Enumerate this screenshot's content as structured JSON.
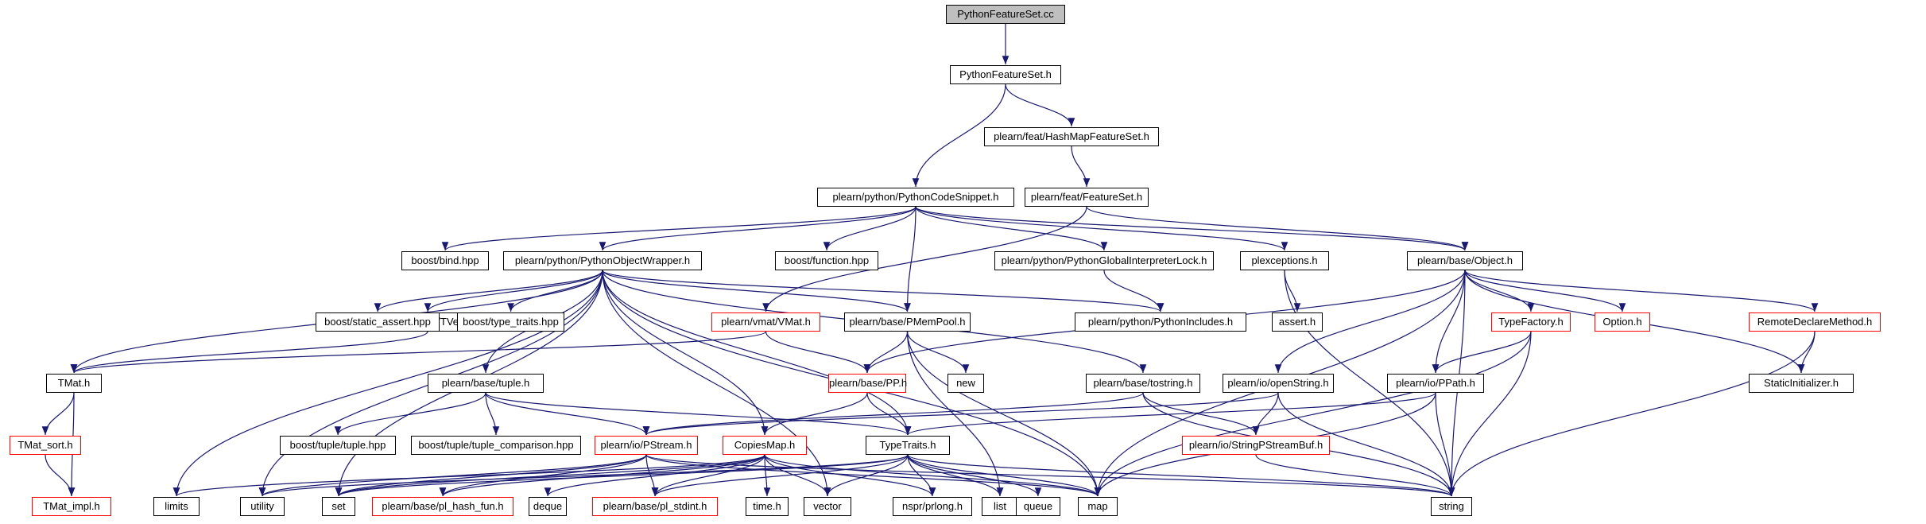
{
  "colors": {
    "edge": "#191970",
    "node_border": "#000000",
    "incomplete_border": "#ff0000",
    "external_border": "#bfbfbf",
    "external_text": "#808080",
    "root_fill": "#bfbfbf"
  },
  "nodes": [
    {
      "id": "root",
      "label": "PythonFeatureSet.cc",
      "kind": "root"
    },
    {
      "id": "pfs_h",
      "label": "PythonFeatureSet.h",
      "kind": "normal"
    },
    {
      "id": "hashmap",
      "label": "plearn/feat/HashMapFeatureSet.h",
      "kind": "normal"
    },
    {
      "id": "codesnip",
      "label": "plearn/python/PythonCodeSnippet.h",
      "kind": "normal"
    },
    {
      "id": "featset",
      "label": "plearn/feat/FeatureSet.h",
      "kind": "normal"
    },
    {
      "id": "bind",
      "label": "boost/bind.hpp",
      "kind": "external"
    },
    {
      "id": "objwrap",
      "label": "plearn/python/PythonObjectWrapper.h",
      "kind": "normal"
    },
    {
      "id": "function",
      "label": "boost/function.hpp",
      "kind": "external"
    },
    {
      "id": "gil",
      "label": "plearn/python/PythonGlobalInterpreterLock.h",
      "kind": "normal"
    },
    {
      "id": "plexc",
      "label": "plexceptions.h",
      "kind": "normal"
    },
    {
      "id": "object",
      "label": "plearn/base/Object.h",
      "kind": "normal"
    },
    {
      "id": "tvec",
      "label": "plearn/math/TVec.h",
      "kind": "normal"
    },
    {
      "id": "static_assert",
      "label": "boost/static_assert.hpp",
      "kind": "external"
    },
    {
      "id": "type_traits",
      "label": "boost/type_traits.hpp",
      "kind": "external"
    },
    {
      "id": "vmat",
      "label": "plearn/vmat/VMat.h",
      "kind": "red"
    },
    {
      "id": "pmempool",
      "label": "plearn/base/PMemPool.h",
      "kind": "normal"
    },
    {
      "id": "pyinc",
      "label": "plearn/python/PythonIncludes.h",
      "kind": "normal"
    },
    {
      "id": "assert",
      "label": "assert.h",
      "kind": "external"
    },
    {
      "id": "typefactory",
      "label": "TypeFactory.h",
      "kind": "red"
    },
    {
      "id": "option",
      "label": "Option.h",
      "kind": "red"
    },
    {
      "id": "remote",
      "label": "RemoteDeclareMethod.h",
      "kind": "red"
    },
    {
      "id": "tmat",
      "label": "TMat.h",
      "kind": "normal"
    },
    {
      "id": "tuple",
      "label": "plearn/base/tuple.h",
      "kind": "normal"
    },
    {
      "id": "pp",
      "label": "plearn/base/PP.h",
      "kind": "red"
    },
    {
      "id": "new",
      "label": "new",
      "kind": "external"
    },
    {
      "id": "tostring",
      "label": "plearn/base/tostring.h",
      "kind": "normal"
    },
    {
      "id": "openstring",
      "label": "plearn/io/openString.h",
      "kind": "normal"
    },
    {
      "id": "ppath",
      "label": "plearn/io/PPath.h",
      "kind": "normal"
    },
    {
      "id": "staticinit",
      "label": "StaticInitializer.h",
      "kind": "normal"
    },
    {
      "id": "tmat_sort",
      "label": "TMat_sort.h",
      "kind": "red"
    },
    {
      "id": "boost_tuple",
      "label": "boost/tuple/tuple.hpp",
      "kind": "external"
    },
    {
      "id": "tuple_cmp",
      "label": "boost/tuple/tuple_comparison.hpp",
      "kind": "external"
    },
    {
      "id": "pstream",
      "label": "plearn/io/PStream.h",
      "kind": "red"
    },
    {
      "id": "copiesmap",
      "label": "CopiesMap.h",
      "kind": "red"
    },
    {
      "id": "typetraits",
      "label": "TypeTraits.h",
      "kind": "normal"
    },
    {
      "id": "spsbuf",
      "label": "plearn/io/StringPStreamBuf.h",
      "kind": "red"
    },
    {
      "id": "tmat_impl",
      "label": "TMat_impl.h",
      "kind": "red"
    },
    {
      "id": "limits",
      "label": "limits",
      "kind": "external"
    },
    {
      "id": "utility",
      "label": "utility",
      "kind": "external"
    },
    {
      "id": "set",
      "label": "set",
      "kind": "external"
    },
    {
      "id": "hashfun",
      "label": "plearn/base/pl_hash_fun.h",
      "kind": "red"
    },
    {
      "id": "deque",
      "label": "deque",
      "kind": "external"
    },
    {
      "id": "stdint",
      "label": "plearn/base/pl_stdint.h",
      "kind": "red"
    },
    {
      "id": "time",
      "label": "time.h",
      "kind": "external"
    },
    {
      "id": "vector",
      "label": "vector",
      "kind": "external"
    },
    {
      "id": "prlong",
      "label": "nspr/prlong.h",
      "kind": "external"
    },
    {
      "id": "list",
      "label": "list",
      "kind": "external"
    },
    {
      "id": "queue",
      "label": "queue",
      "kind": "external"
    },
    {
      "id": "map",
      "label": "map",
      "kind": "external"
    },
    {
      "id": "string",
      "label": "string",
      "kind": "external"
    }
  ],
  "edges": [
    [
      "root",
      "pfs_h"
    ],
    [
      "pfs_h",
      "hashmap"
    ],
    [
      "pfs_h",
      "codesnip"
    ],
    [
      "hashmap",
      "featset"
    ],
    [
      "featset",
      "object"
    ],
    [
      "featset",
      "vmat"
    ],
    [
      "codesnip",
      "bind"
    ],
    [
      "codesnip",
      "objwrap"
    ],
    [
      "codesnip",
      "function"
    ],
    [
      "codesnip",
      "gil"
    ],
    [
      "codesnip",
      "plexc"
    ],
    [
      "codesnip",
      "object"
    ],
    [
      "codesnip",
      "pmempool"
    ],
    [
      "gil",
      "pyinc"
    ],
    [
      "plexc",
      "assert"
    ],
    [
      "plexc",
      "string"
    ],
    [
      "objwrap",
      "tmat"
    ],
    [
      "objwrap",
      "tvec"
    ],
    [
      "objwrap",
      "static_assert"
    ],
    [
      "objwrap",
      "type_traits"
    ],
    [
      "objwrap",
      "pmempool"
    ],
    [
      "objwrap",
      "pyinc"
    ],
    [
      "objwrap",
      "tuple"
    ],
    [
      "objwrap",
      "tostring"
    ],
    [
      "objwrap",
      "copiesmap"
    ],
    [
      "objwrap",
      "typetraits"
    ],
    [
      "objwrap",
      "limits"
    ],
    [
      "objwrap",
      "utility"
    ],
    [
      "objwrap",
      "set"
    ],
    [
      "objwrap",
      "vector"
    ],
    [
      "objwrap",
      "map"
    ],
    [
      "object",
      "pp"
    ],
    [
      "object",
      "typefactory"
    ],
    [
      "object",
      "option"
    ],
    [
      "object",
      "remote"
    ],
    [
      "object",
      "staticinit"
    ],
    [
      "object",
      "openstring"
    ],
    [
      "object",
      "ppath"
    ],
    [
      "object",
      "map"
    ],
    [
      "object",
      "string"
    ],
    [
      "tvec",
      "tmat"
    ],
    [
      "vmat",
      "tmat"
    ],
    [
      "vmat",
      "pp"
    ],
    [
      "pmempool",
      "pp"
    ],
    [
      "pmempool",
      "new"
    ],
    [
      "pmempool",
      "list"
    ],
    [
      "pmempool",
      "map"
    ],
    [
      "typefactory",
      "ppath"
    ],
    [
      "typefactory",
      "map"
    ],
    [
      "typefactory",
      "string"
    ],
    [
      "remote",
      "staticinit"
    ],
    [
      "remote",
      "string"
    ],
    [
      "tmat",
      "tmat_sort"
    ],
    [
      "tmat",
      "tmat_impl"
    ],
    [
      "tmat_sort",
      "tmat_impl"
    ],
    [
      "tuple",
      "boost_tuple"
    ],
    [
      "tuple",
      "tuple_cmp"
    ],
    [
      "tuple",
      "pstream"
    ],
    [
      "tuple",
      "typetraits"
    ],
    [
      "pp",
      "copiesmap"
    ],
    [
      "pp",
      "typetraits"
    ],
    [
      "tostring",
      "pstream"
    ],
    [
      "tostring",
      "spsbuf"
    ],
    [
      "tostring",
      "string"
    ],
    [
      "openstring",
      "pstream"
    ],
    [
      "openstring",
      "spsbuf"
    ],
    [
      "openstring",
      "string"
    ],
    [
      "ppath",
      "typetraits"
    ],
    [
      "ppath",
      "map"
    ],
    [
      "ppath",
      "string"
    ],
    [
      "spsbuf",
      "string"
    ],
    [
      "pstream",
      "set"
    ],
    [
      "pstream",
      "hashfun"
    ],
    [
      "pstream",
      "stdint"
    ],
    [
      "pstream",
      "map"
    ],
    [
      "pstream",
      "string"
    ],
    [
      "pstream",
      "utility"
    ],
    [
      "copiesmap",
      "limits"
    ],
    [
      "copiesmap",
      "set"
    ],
    [
      "copiesmap",
      "hashfun"
    ],
    [
      "copiesmap",
      "deque"
    ],
    [
      "copiesmap",
      "stdint"
    ],
    [
      "copiesmap",
      "time"
    ],
    [
      "copiesmap",
      "vector"
    ],
    [
      "copiesmap",
      "map"
    ],
    [
      "copiesmap",
      "prlong"
    ],
    [
      "typetraits",
      "utility"
    ],
    [
      "typetraits",
      "set"
    ],
    [
      "typetraits",
      "stdint"
    ],
    [
      "typetraits",
      "vector"
    ],
    [
      "typetraits",
      "prlong"
    ],
    [
      "typetraits",
      "list"
    ],
    [
      "typetraits",
      "queue"
    ],
    [
      "typetraits",
      "map"
    ],
    [
      "typetraits",
      "string"
    ]
  ]
}
